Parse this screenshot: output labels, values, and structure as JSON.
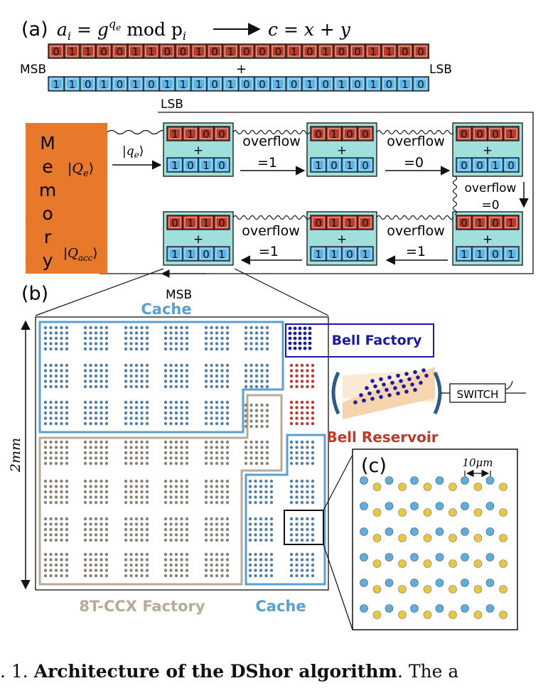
{
  "panel_a": {
    "label": "(a)",
    "equation_left": "a",
    "equation_left_sub": "i",
    "equation_mid": " = g",
    "equation_sup_q": "q",
    "equation_sup_e": "e",
    "equation_mod": " mod p",
    "equation_mod_sub": "i",
    "equation_right": "c = x + y",
    "red_bits": [
      "0",
      "1",
      "1",
      "0",
      "0",
      "1",
      "1",
      "0",
      "0",
      "1",
      "0",
      "1",
      "0",
      "0",
      "0",
      "1",
      "0",
      "1",
      "0",
      "0",
      "1",
      "1",
      "0",
      "0"
    ],
    "blue_bits": [
      "1",
      "1",
      "0",
      "1",
      "0",
      "1",
      "0",
      "1",
      "1",
      "1",
      "0",
      "1",
      "0",
      "0",
      "1",
      "0",
      "1",
      "0",
      "1",
      "0",
      "1",
      "0",
      "1",
      "0"
    ],
    "msb": "MSB",
    "lsb_right": "LSB",
    "plus": "+",
    "lsb_below": "LSB",
    "msb_below": "MSB",
    "memory_letters": [
      "M",
      "e",
      "m",
      "o",
      "r",
      "y"
    ],
    "q_e": "|Q",
    "q_e_sub": "e",
    "q_acc": "|Q",
    "q_acc_sub": "acc",
    "ket_close": "⟩",
    "input_label": "|q",
    "input_label_sub": "e",
    "adders": [
      {
        "top": [
          "1",
          "1",
          "0",
          "0"
        ],
        "bottom": [
          "1",
          "0",
          "1",
          "0"
        ]
      },
      {
        "top": [
          "0",
          "1",
          "0",
          "0"
        ],
        "bottom": [
          "1",
          "0",
          "1",
          "0"
        ]
      },
      {
        "top": [
          "0",
          "0",
          "0",
          "1"
        ],
        "bottom": [
          "0",
          "0",
          "1",
          "0"
        ]
      },
      {
        "top": [
          "0",
          "1",
          "1",
          "0"
        ],
        "bottom": [
          "1",
          "1",
          "0",
          "1"
        ]
      },
      {
        "top": [
          "0",
          "1",
          "1",
          "0"
        ],
        "bottom": [
          "1",
          "1",
          "0",
          "1"
        ]
      },
      {
        "top": [
          "0",
          "1",
          "0",
          "1"
        ],
        "bottom": [
          "1",
          "1",
          "0",
          "1"
        ]
      }
    ],
    "overflow_word": "overflow",
    "overflow_values": [
      "=1",
      "=0",
      "=0",
      "=1",
      "=1"
    ]
  },
  "panel_b": {
    "label": "(b)",
    "cache_top": "Cache",
    "cache_bottom": "Cache",
    "bell_factory": "Bell Factory",
    "bell_reservoir": "Bell Reservoir",
    "ccx_factory": "8T-CCX Factory",
    "switch": "SWITCH",
    "scale": "2mm",
    "colors": {
      "cache": "#5a9fd4",
      "cache_dot": "#4f7fa8",
      "ccx": "#b8aa98",
      "ccx_dot": "#8a8078",
      "bell_factory": "#1a1aa8",
      "bell_reservoir": "#c0392b"
    }
  },
  "panel_c": {
    "label": "(c)",
    "scale": "10μm",
    "colors": {
      "blue": "#5aaee0",
      "yellow": "#e8c840"
    }
  },
  "caption": {
    "prefix": ". 1.  ",
    "title": "Architecture of the DShor algorithm",
    "suffix": ". The a"
  },
  "colors": {
    "red_cell": "#b83a28",
    "blue_cell": "#5ab4e6",
    "adder_bg": "#9fe0dc",
    "memory": "#e8782a"
  }
}
